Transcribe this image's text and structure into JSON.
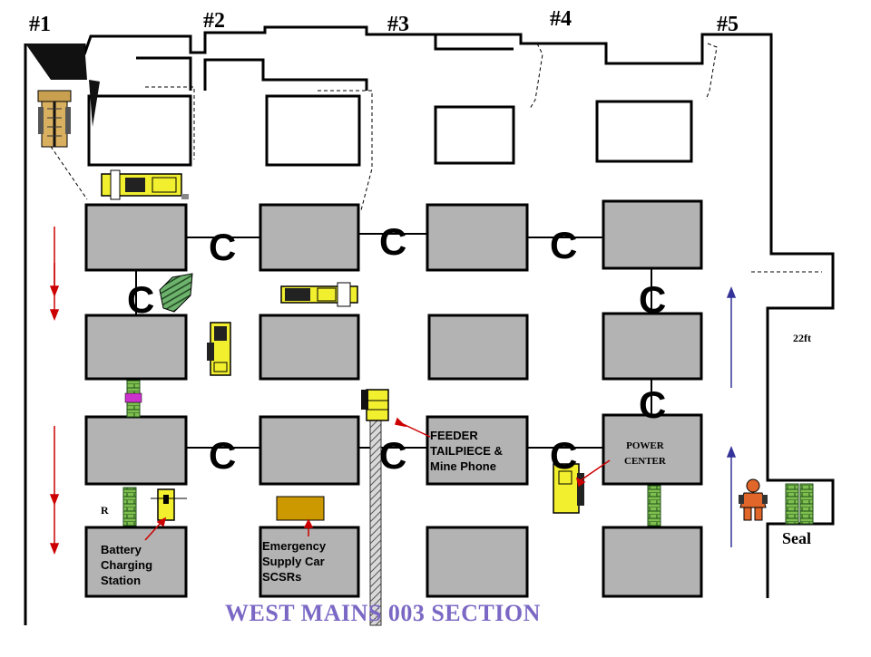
{
  "entries": [
    "#1",
    "#2",
    "#3",
    "#4",
    "#5"
  ],
  "crosscut_letter": "C",
  "labels": {
    "feeder": "FEEDER\nTAILPIECE &\nMine Phone",
    "power_center": "POWER\nCENTER",
    "battery": "Battery\nCharging\nStation",
    "emergency": "Emergency\nSupply Car\nSCSRs",
    "width": "22ft",
    "seal": "Seal",
    "r_marker": "R",
    "section_title": "WEST MAINS 003 SECTION"
  },
  "colors": {
    "pillar": "#b3b3b3",
    "stopping": "#5c9a3a",
    "equipment": "#f2ef2e",
    "arrow_red": "#cc0000",
    "arrow_blue": "#333399",
    "supply_car": "#cc9900",
    "title": "#7b68c4"
  },
  "icons": [
    "continuous-miner-icon",
    "roof-bolter-icon",
    "shuttle-car-icon",
    "scoop-icon",
    "miner-person-icon"
  ]
}
